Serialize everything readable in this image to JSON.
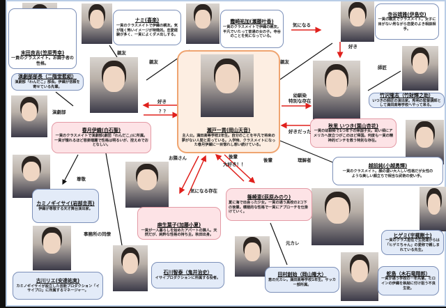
{
  "characters": [
    {
      "name": "末田良吉(笠原秀幸)",
      "desc": "一貢のクラスメイト。お調子者の性格。"
    },
    {
      "name": "ナミ(喜楽)",
      "desc": "一貢のクラスメイトで伊織の親友。気が強く怖いイメージが特徴的。恋愛経験が多く、一貢によくダメ出しする。"
    },
    {
      "name": "霞崎祐加(瀬藤叶香)",
      "desc": "一貢のクラスメイトで伊織の親友。平凡でいたって普通の女の子。寺谷のことを気になっている。"
    },
    {
      "name": "寺谷靖雅(伊島空)",
      "desc": "一貢の親友でクラスメイト。女子に目がない男ながら恋愛のよき相談相手。"
    },
    {
      "name": "演劇部部長（二階堂藍絽）",
      "desc": "演劇部「わんだこ」部長。伊織が信頼を寄せている先輩。"
    },
    {
      "name": "春月伊織(白石聖)",
      "desc": "一貢のクラスメイトで演劇部(劇団「わんだこ」)に所属。一貢が憧れるほど容姿端麗で性格は明るいが、控えめでおとなしい。"
    },
    {
      "name": "瀬戸一貢(岡山天音)",
      "desc": "主人公。満田高等学校2年生。自分のことを平凡で将来の夢がない人間と思っている。入学時、クラスメイトになった春月伊織に一目惚れし想い続けている。"
    },
    {
      "name": "秋里 いつき(葉山杏花)",
      "desc": "一貢の幼馴染で1つ年下の帰国子女。幼い頃にアメリカへ旅立つがこのほど帰国。何度も一貢の精神的ピンチを救う特別な存在。"
    },
    {
      "name": "竹沢隆志（竹財輝之助）",
      "desc": "いつきの師匠の演出家。秀明の監督講師として満田高等学校へやって来る。"
    },
    {
      "name": "越前純(小越勇輝)",
      "desc": "一貢のクラスメイト。顔の濃い大人しい性格だが女性のような美しい顔立ちで相当な武術の使い手。"
    },
    {
      "name": "カミノギイサイ(岩部圭亮)",
      "desc": "伊織が尊敬する天才舞台演出家。"
    },
    {
      "name": "麻生葉子(加藤小夏)",
      "desc": "一貢が一人暮らしを始めたアパートの隣人。天然だが、純粋な性格の持ち主。秋田出身。"
    },
    {
      "name": "篠崎恵(荻原みのり)",
      "desc": "夏に海で出会った少女。一貢の通う高校の2コ下の後輩。積極的な性格で一貢にアプローチを仕掛けていく。"
    },
    {
      "name": "ヒゲミ(宇梶剛士)",
      "desc": "一貢のクラス担任で生徒達からは「ヒゲミちゃん」の愛称で親しまれている先生。"
    },
    {
      "name": "古川リエ(安達祐実)",
      "desc": "カミノギイサイが設立した芸能プロダクション「イサイプロ」に所属するマネージャー。"
    },
    {
      "name": "石川智泰（鬼井治史）",
      "desc": "イサイプロダクションに所属する役者。"
    },
    {
      "name": "田村創始（岡山隆大）",
      "desc": "恵の元カレ。満田高等学校1年生。サッカー部所属。"
    },
    {
      "name": "蛇島（木石竜翔郎）",
      "desc": "一貢が通う学校の一年先輩。ヒロインの伊織を執拗に付け狙う不良生徒。"
    }
  ],
  "relations": {
    "nami_iori": "親友",
    "kasumi_iori": "親友",
    "kasumi_teraya": "気になる",
    "teraya_itsuki": "好き",
    "teraya_seto": "親友",
    "takezawa": "師匠",
    "seto_itsuki": "幼馴染\n特別な存在",
    "itsuki_seto": "好きだった",
    "iori_seto": "好き",
    "seto_iori": "？？",
    "engeki": "演劇部",
    "sonkei": "尊敬",
    "otonari": "お隣さん",
    "kininaru": "気になる存在",
    "kouhai1": "後輩",
    "daisuki": "大好き！！",
    "kouhai2": "後輩",
    "rikaisha": "理解者",
    "jimusho": "事務所の同僚",
    "motokare": "元カレ"
  },
  "colors": {
    "arrow": "#e0201c",
    "line": "#111111",
    "pink_box": "#fde3e6",
    "blue_box": "#e3ebf8",
    "center_border": "#efa470"
  }
}
